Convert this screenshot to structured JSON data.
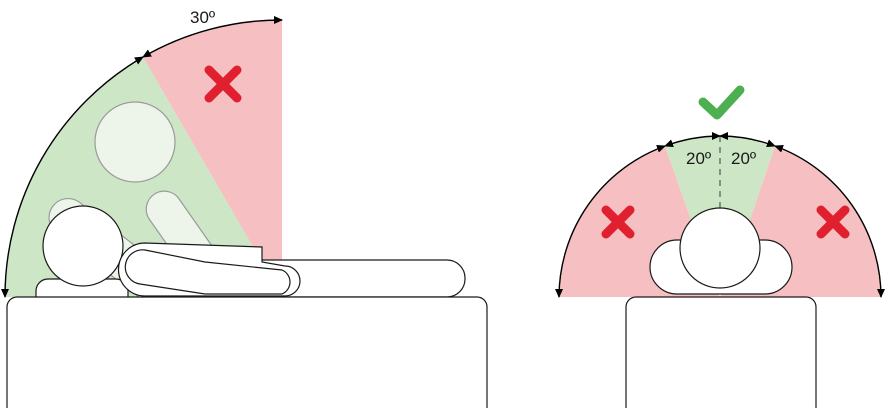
{
  "side_view": {
    "angle_label": "30º",
    "colors": {
      "allowed": "#cde6c6",
      "forbidden": "#f6bfc2"
    },
    "forbidden_icon": "cross-icon"
  },
  "front_view": {
    "left_label": "20º",
    "right_label": "20º",
    "colors": {
      "allowed": "#cde6c6",
      "forbidden": "#f6bfc2",
      "check": "#4caf50",
      "cross": "#e0202e"
    },
    "allowed_icon": "check-icon",
    "forbidden_icon": "cross-icon"
  }
}
